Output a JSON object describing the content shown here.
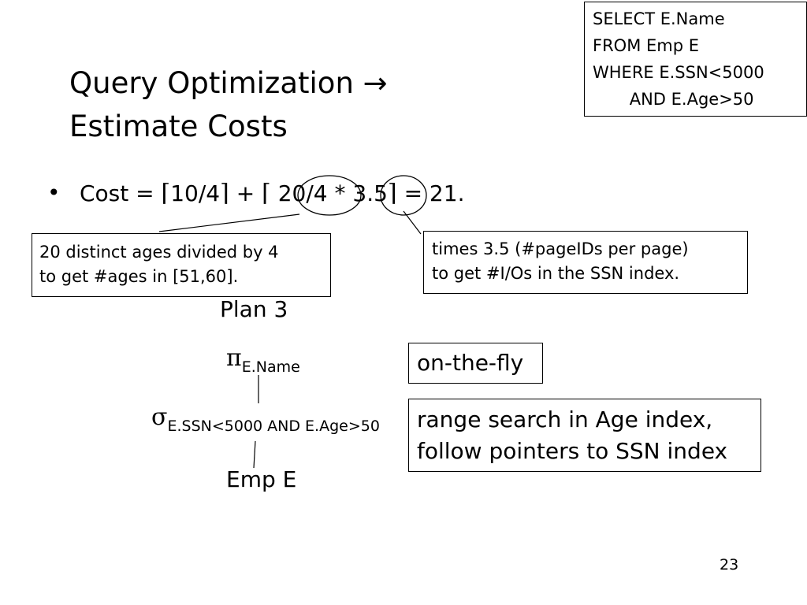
{
  "slide": {
    "title_lines": [
      "Query Optimization →",
      "Estimate Costs"
    ],
    "sql": [
      "SELECT E.Name",
      "FROM Emp E",
      "WHERE E.SSN<5000",
      "       AND E.Age>50"
    ],
    "bullet_symbol": "•",
    "cost": {
      "label": "Cost = ",
      "ceil_open": "⌈",
      "ceil_close": "⌉",
      "term1": "10/4",
      "plus": " + ",
      "term2a": " 20/4",
      "times": " * ",
      "term2b": "3.5",
      "result": " = 21."
    },
    "note_left": [
      "20 distinct ages divided by 4",
      "to get #ages in [51,60]."
    ],
    "note_right": [
      "times 3.5 (#pageIDs per page)",
      "to get #I/Os in the SSN index."
    ],
    "plan_title": "Plan 3",
    "plan": {
      "pi_symbol": "π",
      "pi_sub": "E.Name",
      "sigma_symbol": "σ",
      "sigma_sub": "E.SSN<5000 AND E.Age>50",
      "relation": "Emp E"
    },
    "annotation_fly": "on-the-fly",
    "annotation_range": [
      "range search in Age index,",
      "follow pointers to SSN index"
    ],
    "page_number": "23"
  }
}
